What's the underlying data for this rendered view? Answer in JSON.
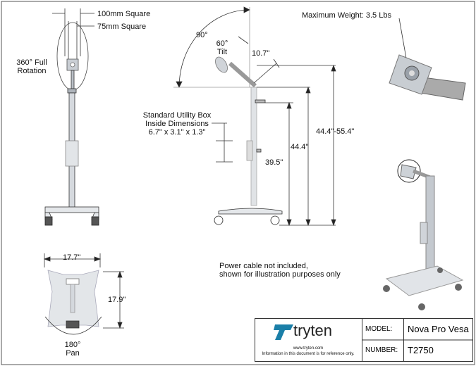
{
  "labels": {
    "square_100": "100mm Square",
    "square_75": "75mm Square",
    "rotation": [
      "360° Full",
      "Rotation"
    ],
    "angle_90": "90°",
    "tilt": [
      "60°",
      "Tilt"
    ],
    "arm_length": "10.7\"",
    "max_weight": "Maximum Weight: 3.5 Lbs",
    "utility_box": [
      "Standard Utility Box",
      "Inside Dimensions",
      "6.7\" x 3.1\" x 1.3\""
    ],
    "height_range": "44.4\"-55.4\"",
    "height_mid": "44.4\"",
    "height_low": "39.5\"",
    "width_top": "17.7\"",
    "depth_side": "17.9\"",
    "pan": [
      "180°",
      "Pan"
    ],
    "power_note": [
      "Power cable not included,",
      "shown for illustration purposes only"
    ]
  },
  "title_block": {
    "brand": "tryten",
    "website": "www.tryten.com",
    "disclaimer": "Information in this document is for reference only.",
    "model_key": "MODEL:",
    "model_value": "Nova Pro Vesa",
    "number_key": "NUMBER:",
    "number_value": "T2750"
  },
  "colors": {
    "brand": "#1a7fa8",
    "line": "#222222",
    "metal": "#cfd3d8"
  }
}
